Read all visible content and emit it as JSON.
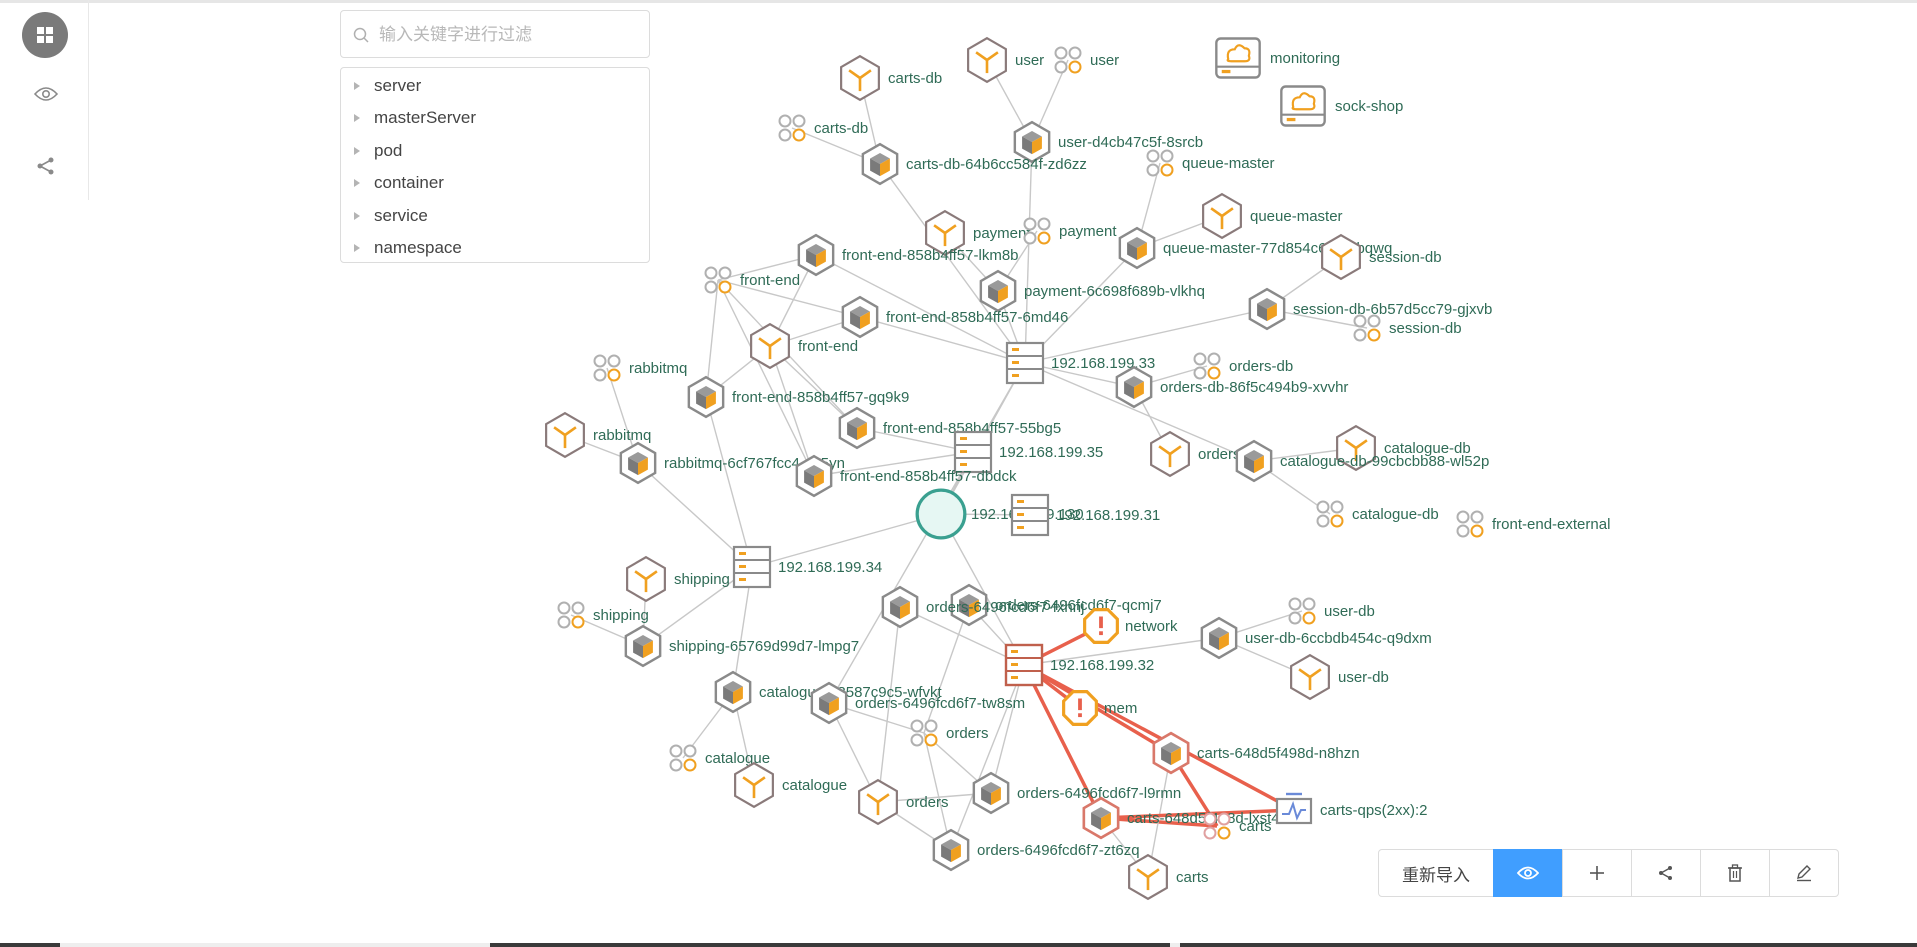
{
  "search": {
    "placeholder": "输入关键字进行过滤"
  },
  "tree": [
    "server",
    "masterServer",
    "pod",
    "container",
    "service",
    "namespace"
  ],
  "toolbar": {
    "reimport_label": "重新导入"
  },
  "colors": {
    "accent": "#409eff",
    "link": "#c8c8c8",
    "alert": "#e8604c",
    "label": "#2f6b56",
    "orange": "#f0a020"
  },
  "icons": [
    "grid-icon",
    "eye-icon",
    "share-icon",
    "search-icon",
    "plus-icon",
    "trash-icon",
    "edit-icon"
  ],
  "nodes": [
    {
      "id": "n1",
      "type": "service",
      "label": "carts-db"
    },
    {
      "id": "n2",
      "type": "service",
      "label": "user"
    },
    {
      "id": "n3",
      "type": "namespace",
      "label": "user"
    },
    {
      "id": "n4",
      "type": "cluster",
      "label": "monitoring"
    },
    {
      "id": "n5",
      "type": "cluster",
      "label": "sock-shop"
    },
    {
      "id": "n6",
      "type": "namespace",
      "label": "carts-db"
    },
    {
      "id": "n7",
      "type": "pod",
      "label": "user-d4cb47c5f-8srcb"
    },
    {
      "id": "n8",
      "type": "pod",
      "label": "carts-db-64b6cc584f-zd6zz"
    },
    {
      "id": "n9",
      "type": "namespace",
      "label": "queue-master"
    },
    {
      "id": "n10",
      "type": "service",
      "label": "queue-master"
    },
    {
      "id": "n11",
      "type": "service",
      "label": "payment"
    },
    {
      "id": "n12",
      "type": "namespace",
      "label": "payment"
    },
    {
      "id": "n13",
      "type": "pod",
      "label": "queue-master-77d854c647-qbqwq"
    },
    {
      "id": "n14",
      "type": "service",
      "label": "session-db"
    },
    {
      "id": "n15",
      "type": "pod",
      "label": "front-end-858b4ff57-lkm8b"
    },
    {
      "id": "n16",
      "type": "namespace",
      "label": "front-end"
    },
    {
      "id": "n17",
      "type": "pod",
      "label": "payment-6c698f689b-vlkhq"
    },
    {
      "id": "n18",
      "type": "pod",
      "label": "session-db-6b57d5cc79-gjxvb"
    },
    {
      "id": "n19",
      "type": "namespace",
      "label": "session-db"
    },
    {
      "id": "n20",
      "type": "pod",
      "label": "front-end-858b4ff57-6md46"
    },
    {
      "id": "n21",
      "type": "service",
      "label": "front-end"
    },
    {
      "id": "n22",
      "type": "server",
      "label": "192.168.199.33"
    },
    {
      "id": "n23",
      "type": "namespace",
      "label": "orders-db"
    },
    {
      "id": "n24",
      "type": "namespace",
      "label": "rabbitmq"
    },
    {
      "id": "n25",
      "type": "pod",
      "label": "front-end-858b4ff57-gq9k9"
    },
    {
      "id": "n26",
      "type": "pod",
      "label": "orders-db-86f5c494b9-xvvhr"
    },
    {
      "id": "n27",
      "type": "pod",
      "label": "front-end-858b4ff57-55bg5"
    },
    {
      "id": "n28",
      "type": "service",
      "label": "rabbitmq"
    },
    {
      "id": "n29",
      "type": "server",
      "label": "192.168.199.35"
    },
    {
      "id": "n30",
      "type": "service",
      "label": "orders-db"
    },
    {
      "id": "n31",
      "type": "service",
      "label": "catalogue-db"
    },
    {
      "id": "n32",
      "type": "pod",
      "label": "rabbitmq-6cf767fcc4-vg5yn"
    },
    {
      "id": "n33",
      "type": "pod",
      "label": "front-end-858b4ff57-dbdck"
    },
    {
      "id": "n34",
      "type": "pod",
      "label": "catalogue-db-99cbcbb88-wl52p"
    },
    {
      "id": "n35",
      "type": "master",
      "label": "192.168.199.130"
    },
    {
      "id": "n36",
      "type": "server",
      "label": "192.168.199.31"
    },
    {
      "id": "n37",
      "type": "namespace",
      "label": "catalogue-db"
    },
    {
      "id": "n38",
      "type": "namespace",
      "label": "front-end-external"
    },
    {
      "id": "n39",
      "type": "server",
      "label": "192.168.199.34"
    },
    {
      "id": "n40",
      "type": "service",
      "label": "shipping"
    },
    {
      "id": "n41",
      "type": "pod",
      "label": "orders-6496fcd6f7-qcmj7"
    },
    {
      "id": "n42",
      "type": "pod",
      "label": "orders-6496fcd6f7-fxhnj"
    },
    {
      "id": "n43",
      "type": "alert",
      "label": "network"
    },
    {
      "id": "n44",
      "type": "namespace",
      "label": "user-db"
    },
    {
      "id": "n45",
      "type": "namespace",
      "label": "shipping"
    },
    {
      "id": "n46",
      "type": "pod",
      "label": "shipping-65769d99d7-lmpg7"
    },
    {
      "id": "n47",
      "type": "server-alert",
      "label": "192.168.199.32"
    },
    {
      "id": "n48",
      "type": "pod",
      "label": "user-db-6ccbdb454c-q9dxm"
    },
    {
      "id": "n49",
      "type": "service",
      "label": "user-db"
    },
    {
      "id": "n50",
      "type": "pod",
      "label": "catalogue-68587c9c5-wfvkt"
    },
    {
      "id": "n51",
      "type": "pod",
      "label": "orders-6496fcd6f7-tw8sm"
    },
    {
      "id": "n52",
      "type": "alert",
      "label": "mem"
    },
    {
      "id": "n53",
      "type": "namespace",
      "label": "orders"
    },
    {
      "id": "n54",
      "type": "pod-alert",
      "label": "carts-648d5f498d-n8hzn"
    },
    {
      "id": "n55",
      "type": "namespace",
      "label": "catalogue"
    },
    {
      "id": "n56",
      "type": "service",
      "label": "catalogue"
    },
    {
      "id": "n57",
      "type": "service",
      "label": "orders"
    },
    {
      "id": "n58",
      "type": "pod",
      "label": "orders-6496fcd6f7-l9rmn"
    },
    {
      "id": "n59",
      "type": "pod-alert",
      "label": "carts-648d5f498d-lxst4"
    },
    {
      "id": "n60",
      "type": "namespace-alert",
      "label": "carts"
    },
    {
      "id": "n61",
      "type": "metric",
      "label": "carts-qps(2xx):2"
    },
    {
      "id": "n62",
      "type": "pod",
      "label": "orders-6496fcd6f7-zt6zq"
    },
    {
      "id": "n63",
      "type": "service",
      "label": "carts"
    }
  ],
  "edges": [
    [
      "n1",
      "n8"
    ],
    [
      "n6",
      "n8"
    ],
    [
      "n8",
      "n22"
    ],
    [
      "n2",
      "n7"
    ],
    [
      "n3",
      "n7"
    ],
    [
      "n7",
      "n22"
    ],
    [
      "n11",
      "n17"
    ],
    [
      "n12",
      "n17"
    ],
    [
      "n17",
      "n22"
    ],
    [
      "n9",
      "n13"
    ],
    [
      "n10",
      "n13"
    ],
    [
      "n13",
      "n22"
    ],
    [
      "n14",
      "n18"
    ],
    [
      "n19",
      "n18"
    ],
    [
      "n18",
      "n22"
    ],
    [
      "n15",
      "n22"
    ],
    [
      "n20",
      "n22"
    ],
    [
      "n16",
      "n15"
    ],
    [
      "n16",
      "n20"
    ],
    [
      "n16",
      "n25"
    ],
    [
      "n16",
      "n27"
    ],
    [
      "n16",
      "n33"
    ],
    [
      "n21",
      "n15"
    ],
    [
      "n21",
      "n20"
    ],
    [
      "n21",
      "n25"
    ],
    [
      "n21",
      "n27"
    ],
    [
      "n21",
      "n33"
    ],
    [
      "n23",
      "n26"
    ],
    [
      "n30",
      "n26"
    ],
    [
      "n26",
      "n22"
    ],
    [
      "n31",
      "n34"
    ],
    [
      "n37",
      "n34"
    ],
    [
      "n34",
      "n22"
    ],
    [
      "n24",
      "n32"
    ],
    [
      "n28",
      "n32"
    ],
    [
      "n32",
      "n39"
    ],
    [
      "n25",
      "n39"
    ],
    [
      "n27",
      "n29"
    ],
    [
      "n33",
      "n29"
    ],
    [
      "n29",
      "n35"
    ],
    [
      "n22",
      "n35"
    ],
    [
      "n36",
      "n35"
    ],
    [
      "n39",
      "n35"
    ],
    [
      "n47",
      "n35"
    ],
    [
      "n40",
      "n46"
    ],
    [
      "n45",
      "n46"
    ],
    [
      "n46",
      "n39"
    ],
    [
      "n55",
      "n50"
    ],
    [
      "n56",
      "n50"
    ],
    [
      "n50",
      "n39"
    ],
    [
      "n41",
      "n47"
    ],
    [
      "n42",
      "n47"
    ],
    [
      "n43",
      "n47"
    ],
    [
      "n52",
      "n47"
    ],
    [
      "n44",
      "n48"
    ],
    [
      "n49",
      "n48"
    ],
    [
      "n48",
      "n47"
    ],
    [
      "n53",
      "n51"
    ],
    [
      "n53",
      "n58"
    ],
    [
      "n53",
      "n62"
    ],
    [
      "n53",
      "n41"
    ],
    [
      "n57",
      "n51"
    ],
    [
      "n57",
      "n58"
    ],
    [
      "n57",
      "n62"
    ],
    [
      "n57",
      "n42"
    ],
    [
      "n51",
      "n22"
    ],
    [
      "n58",
      "n47"
    ],
    [
      "n62",
      "n47"
    ],
    [
      "n63",
      "n59"
    ],
    [
      "n60",
      "n59"
    ],
    [
      "n60",
      "n54"
    ],
    [
      "n63",
      "n54"
    ],
    [
      "n54",
      "n47"
    ],
    [
      "n59",
      "n47"
    ],
    [
      "n61",
      "n59"
    ],
    [
      "n61",
      "n47"
    ]
  ]
}
